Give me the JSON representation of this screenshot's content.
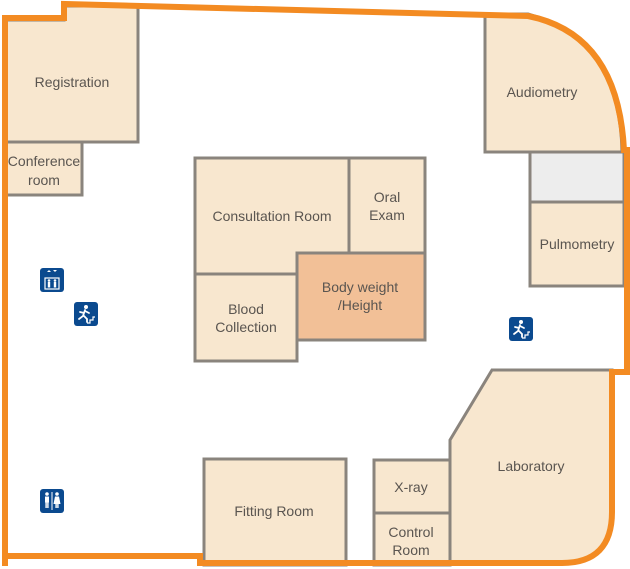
{
  "map": {
    "title": "Floor plan",
    "colors": {
      "wall": "#f38b22",
      "room": "#f8e7cf",
      "highlight": "#f2c097",
      "unassigned": "#ededed",
      "room_border": "#8a847d",
      "icon_bg": "#0b4a8f"
    },
    "rooms": {
      "registration": "Registration",
      "conference_1": "Conference",
      "conference_2": "room",
      "audiometry": "Audiometry",
      "pulmometry": "Pulmometry",
      "consultation": "Consultation Room",
      "oral_1": "Oral",
      "oral_2": "Exam",
      "blood_1": "Blood",
      "blood_2": "Collection",
      "body_1": "Body weight",
      "body_2": "/Height",
      "laboratory": "Laboratory",
      "fitting": "Fitting Room",
      "xray": "X-ray",
      "control_1": "Control",
      "control_2": "Room"
    },
    "highlighted_room": "Body weight /Height",
    "icons": [
      {
        "name": "elevator-icon"
      },
      {
        "name": "emergency-exit-icon"
      },
      {
        "name": "emergency-exit-icon"
      },
      {
        "name": "restroom-icon"
      }
    ]
  }
}
